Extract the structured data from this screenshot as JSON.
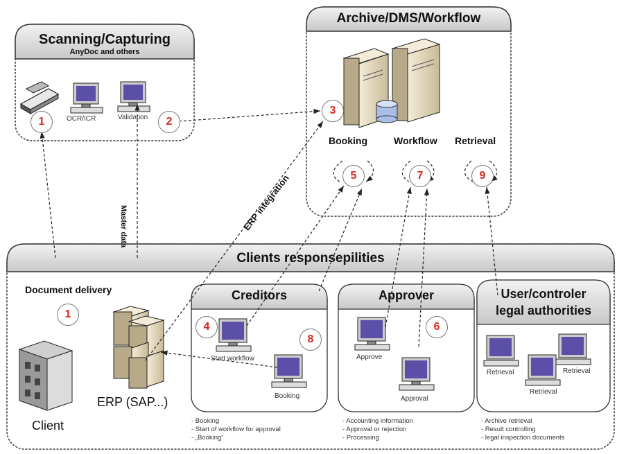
{
  "scanning": {
    "title": "Scanning/Capturing",
    "subtitle": "AnyDoc and others",
    "device_labels": [
      "OCR/ICR",
      "Validation"
    ]
  },
  "archive": {
    "title": "Archive/DMS/Workflow",
    "functions": [
      "Booking",
      "Workflow",
      "Retrieval"
    ]
  },
  "arrow_labels": {
    "master_data": "Master data",
    "erp_integration": "ERP integration"
  },
  "clients": {
    "title": "Clients responsepilities",
    "document_delivery": "Document delivery",
    "client_label": "Client",
    "erp_label": "ERP (SAP...)",
    "creditors": {
      "title": "Creditors",
      "pc_labels": [
        "Start workflow",
        "Booking"
      ],
      "bullets": [
        "- Booking",
        "- Start of workflow for approval",
        "- „Booking“"
      ]
    },
    "approver": {
      "title": "Approver",
      "pc_labels": [
        "Approve",
        "Approval"
      ],
      "bullets": [
        "- Accounting information",
        "- Approval or rejection",
        "- Processing"
      ]
    },
    "user": {
      "title_line1": "User/controler",
      "title_line2": "legal authorities",
      "pc_labels": [
        "Retrieval",
        "Retrieval",
        "Retrieval"
      ],
      "bullets": [
        "- Archive retrieval",
        "- Result controlling",
        "- legal inspection documents"
      ]
    }
  },
  "steps": [
    "1",
    "2",
    "3",
    "5",
    "7",
    "9",
    "1",
    "4",
    "8",
    "6"
  ],
  "colors": {
    "step_number": "#d7261e",
    "panel_header": "#d9d9d9",
    "panel_border": "#333333"
  }
}
